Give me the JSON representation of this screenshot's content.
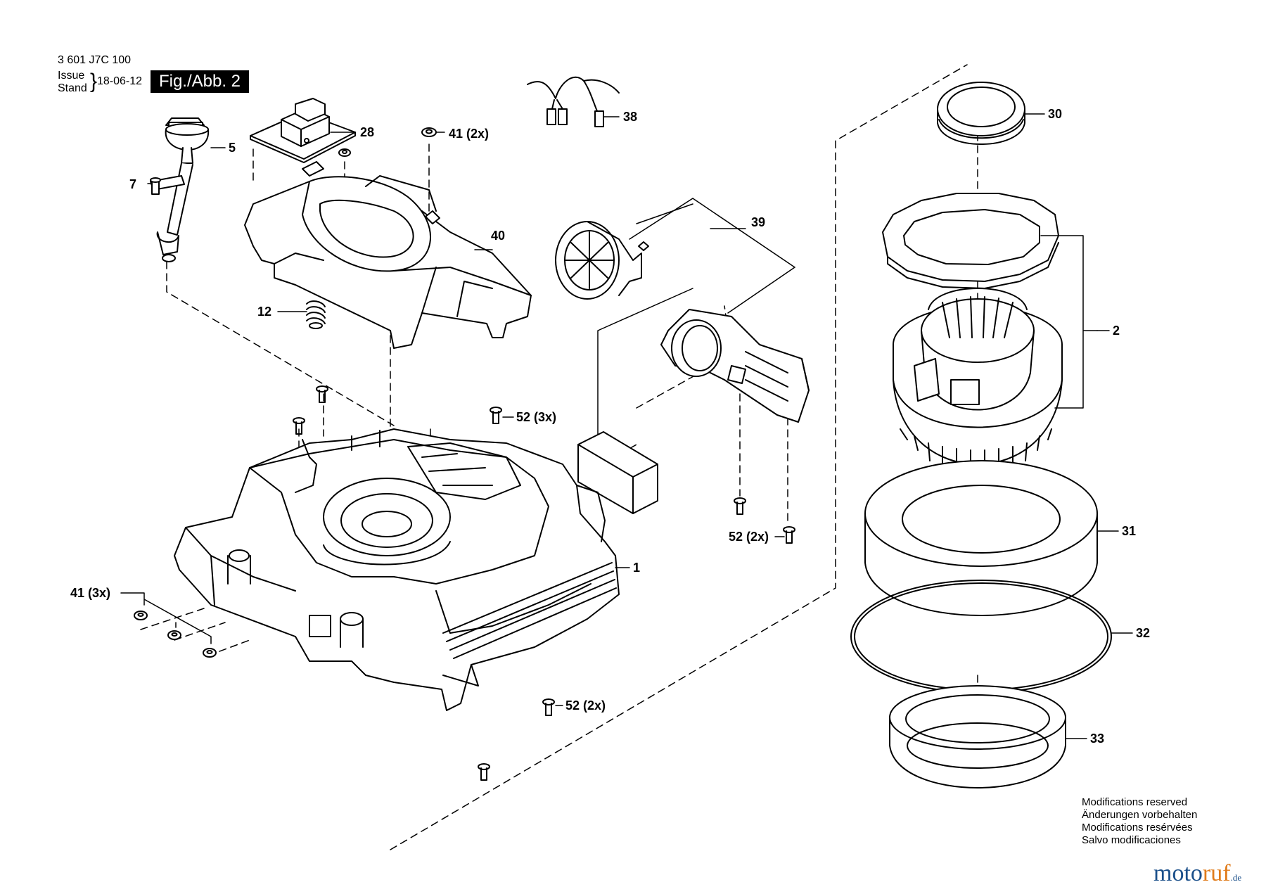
{
  "header": {
    "part_number": "3 601 J7C 100",
    "issue_label": "Issue",
    "stand_label": "Stand",
    "date": "18-06-12",
    "figure": "Fig./Abb. 2"
  },
  "labels": {
    "p1": "1",
    "p2": "2",
    "p5": "5",
    "p7": "7",
    "p12": "12",
    "p28": "28",
    "p30": "30",
    "p31": "31",
    "p32": "32",
    "p33": "33",
    "p38": "38",
    "p39": "39",
    "p40": "40",
    "p41_top": "41 (2x)",
    "p41_left": "41 (3x)",
    "p52_top": "52 (3x)",
    "p52_mid": "52 (2x)",
    "p52_bottom": "52 (2x)"
  },
  "notes": [
    "Modifications reserved",
    "Änderungen vorbehalten",
    "Modifications resérvées",
    "Salvo modificaciones"
  ],
  "logo": {
    "part_a": "moto",
    "part_b": "ruf",
    "part_c": ".de"
  }
}
